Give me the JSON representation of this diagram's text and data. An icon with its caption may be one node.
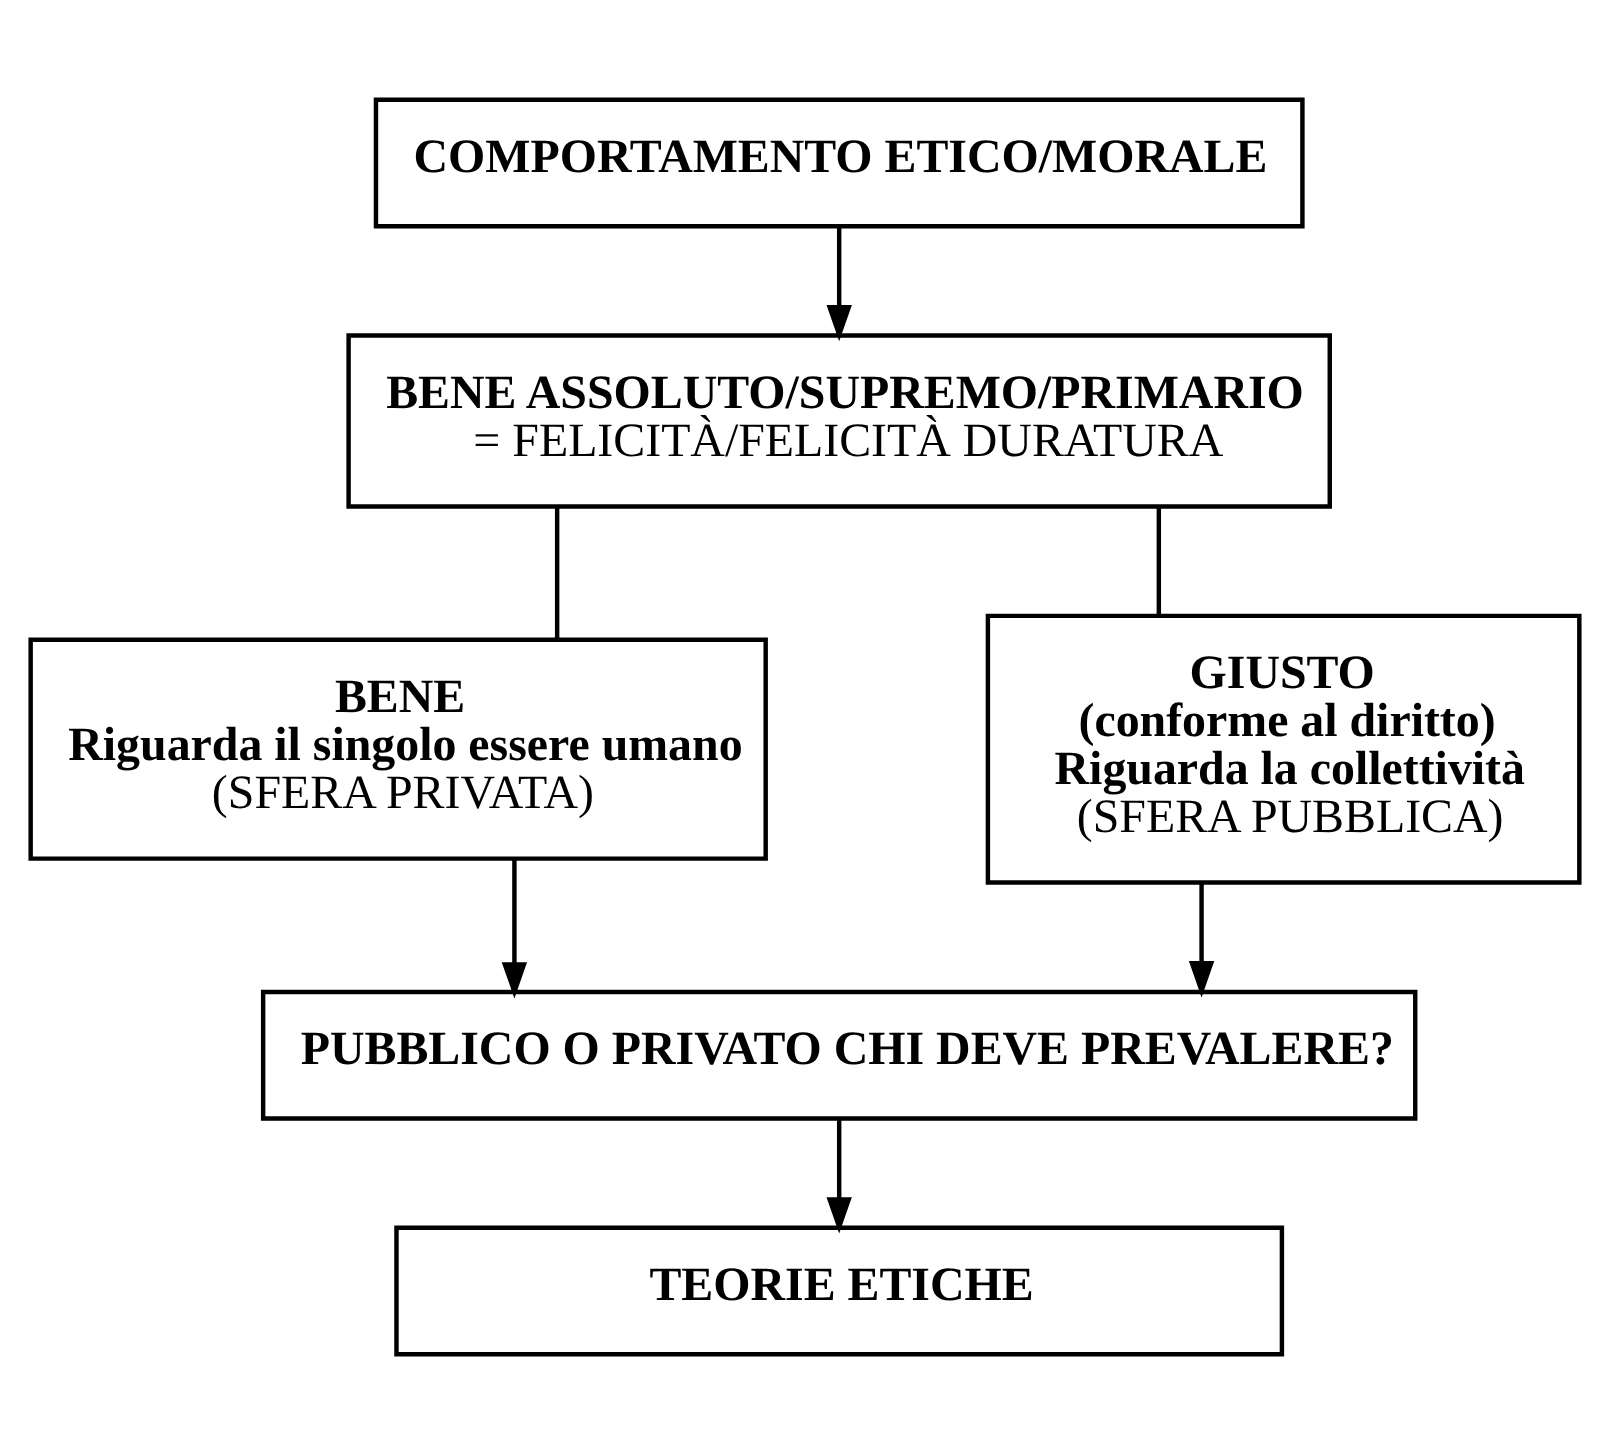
{
  "diagram": {
    "nodes": [
      {
        "text": [
          "COMPORTAMENTO ETICO/MORALE"
        ]
      },
      {
        "text": [
          "BENE ASSOLUTO/SUPREMO/PRIMARIO",
          "= FELICITÀ/FELICITÀ DURATURA"
        ]
      },
      {
        "text": [
          "BENE",
          "Riguarda il singolo essere umano",
          "(SFERA PRIVATA)"
        ]
      },
      {
        "text": [
          "GIUSTO",
          "(conforme al diritto)",
          "Riguarda la collettività",
          "(SFERA PUBBLICA)"
        ]
      },
      {
        "text": [
          "PUBBLICO O PRIVATO CHI DEVE PREVALERE?"
        ]
      },
      {
        "text": [
          "TEORIE ETICHE"
        ]
      }
    ],
    "edges": [
      {
        "from": 0,
        "to": 1,
        "arrow": "to"
      },
      {
        "from": 1,
        "to": 2,
        "arrow": "none"
      },
      {
        "from": 1,
        "to": 3,
        "arrow": "none"
      },
      {
        "from": 2,
        "to": 4,
        "arrow": "to"
      },
      {
        "from": 3,
        "to": 4,
        "arrow": "to"
      },
      {
        "from": 4,
        "to": 5,
        "arrow": "to"
      }
    ]
  }
}
